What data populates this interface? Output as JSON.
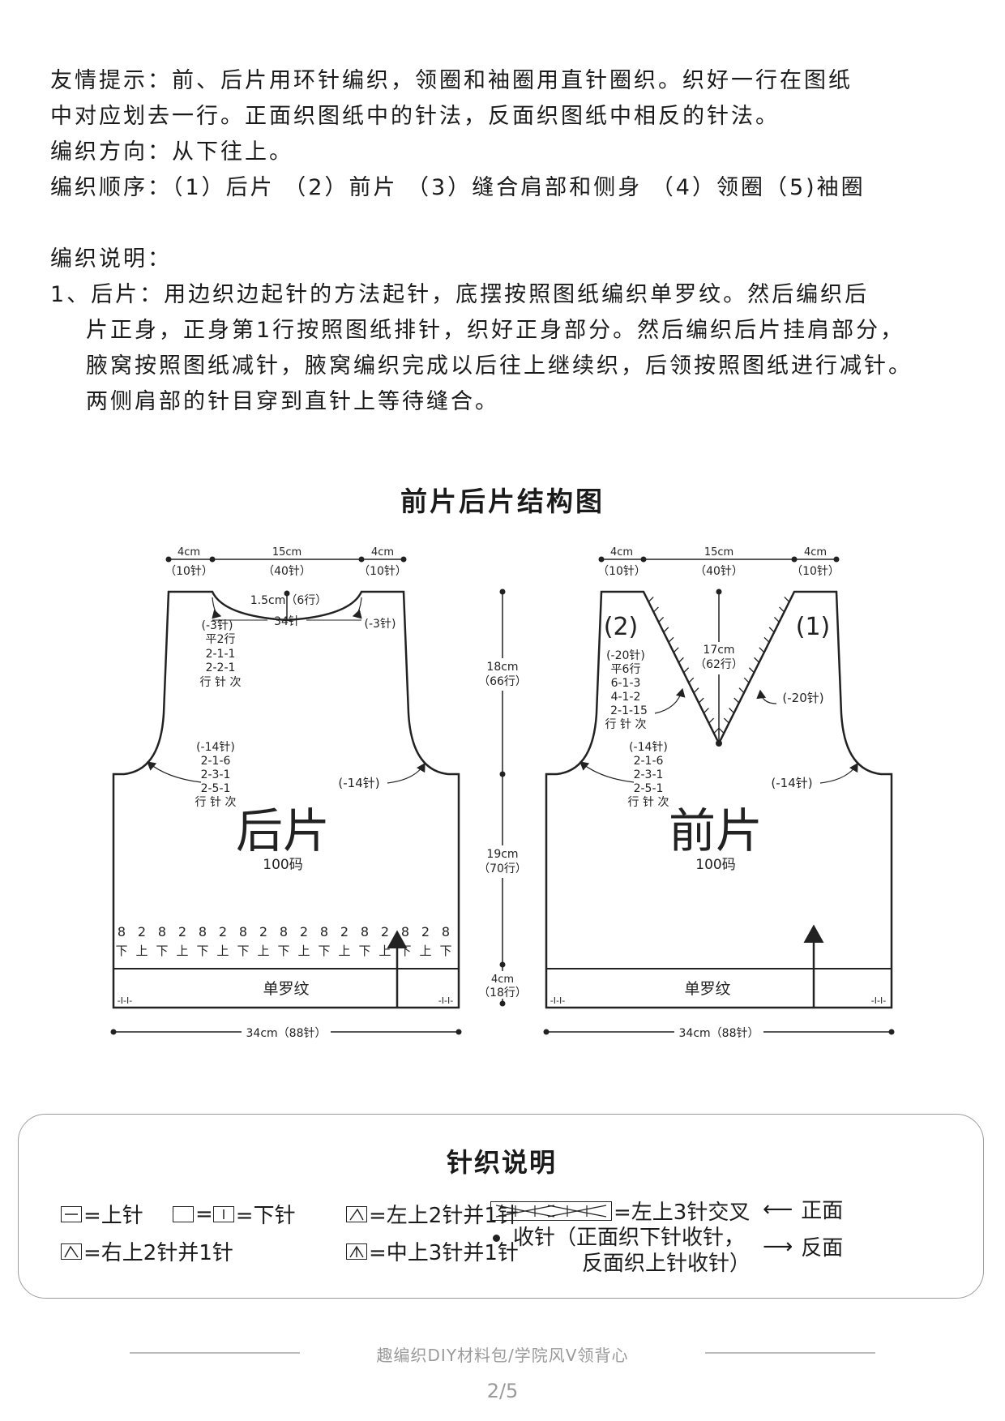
{
  "intro": {
    "line1": "友情提示：前、后片用环针编织，领圈和袖圈用直针圈织。织好一行在图纸",
    "line2": "中对应划去一行。正面织图纸中的针法，反面织图纸中相反的针法。",
    "line3": "编织方向：从下往上。",
    "line4": "编织顺序：（1）后片 （2）前片 （3）缝合肩部和侧身 （4）领圈（5)袖圈",
    "line5": "编织说明：",
    "line6": "1、后片：用边织边起针的方法起针，底摆按照图纸编织单罗纹。然后编织后",
    "line7": "片正身，正身第1行按照图纸排针，织好正身部分。然后编织后片挂肩部分，",
    "line8": "腋窝按照图纸减针，腋窝编织完成以后往上继续织，后领按照图纸进行减针。",
    "line9": "两侧肩部的针目穿到直针上等待缝合。"
  },
  "figure": {
    "title": "前片后片结构图",
    "back": {
      "name": "后片",
      "size": "100码",
      "top_left_cm": "4cm",
      "top_left_st": "（10针）",
      "top_mid_cm": "15cm",
      "top_mid_st": "（40针）",
      "top_right_cm": "4cm",
      "top_right_st": "（10针）",
      "neck_depth": "1.5cm（6行）",
      "neck_sts": "34针",
      "neck_left": "(-3针)",
      "neck_right": "(-3针)",
      "neck_table": [
        "平2行",
        "2-1-1",
        "2-2-1",
        "行 针 次"
      ],
      "arm_left": "(-14针)",
      "arm_table": [
        "2-1-6",
        "2-3-1",
        "2-5-1",
        "行 针 次"
      ],
      "arm_right": "(-14针)",
      "rib_counts": [
        "8",
        "2",
        "8",
        "2",
        "8",
        "2",
        "8",
        "2",
        "8",
        "2",
        "8",
        "2",
        "8",
        "2",
        "8",
        "2",
        "8"
      ],
      "rib_dirs": [
        "下",
        "上",
        "下",
        "上",
        "下",
        "上",
        "下",
        "上",
        "下",
        "上",
        "下",
        "上",
        "下",
        "上",
        "下",
        "上",
        "下"
      ],
      "rib_label": "单罗纹",
      "rib_small": "-I-I-",
      "width": "34cm（88针）"
    },
    "center": {
      "armhole_cm": "18cm",
      "armhole_rows": "（66行）",
      "body_cm": "19cm",
      "body_rows": "（70行）",
      "rib_cm": "4cm",
      "rib_rows": "（18行）"
    },
    "front": {
      "name": "前片",
      "size": "100码",
      "top_left_cm": "4cm",
      "top_left_st": "（10针）",
      "top_mid_cm": "15cm",
      "top_mid_st": "（40针）",
      "top_right_cm": "4cm",
      "top_right_st": "（10针）",
      "mark_left": "(2)",
      "mark_right": "(1)",
      "v_depth_cm": "17cm",
      "v_depth_rows": "（62行）",
      "v_left": "(-20针)",
      "v_table": [
        "平6行",
        "6-1-3",
        "4-1-2",
        "2-1-15",
        "行 针 次"
      ],
      "v_right": "(-20针)",
      "arm_left": "(-14针)",
      "arm_table": [
        "2-1-6",
        "2-3-1",
        "2-5-1",
        "行 针 次"
      ],
      "arm_right": "(-14针)",
      "rib_label": "单罗纹",
      "rib_small": "-I-I-",
      "width": "34cm（88针）"
    }
  },
  "legend": {
    "title": "针织说明",
    "knit": "=上针",
    "purl_eq": "=",
    "purl": "=下针",
    "k2tog_left": "=左上2针并1针",
    "cable": "=左上3针交叉",
    "front_side": "正面",
    "k2tog_right": "=右上2针并1针",
    "cdd": "=中上3针并1针",
    "bindoff1": "收针（正面织下针收针，",
    "bindoff2": "反面织上针收针）",
    "back_side": "反面"
  },
  "footer": {
    "text": "趣编织DIY材料包/学院风V领背心",
    "page": "2/5"
  }
}
